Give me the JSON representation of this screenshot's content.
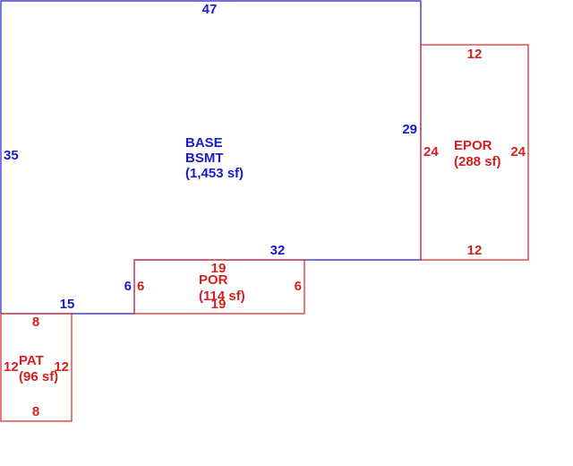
{
  "colors": {
    "main": "#1a1ac8",
    "addition": "#d42020",
    "background": "#ffffff"
  },
  "areas": {
    "base": {
      "name_line1": "BASE",
      "name_line2": "BSMT",
      "size": "(1,453 sf)",
      "dims": {
        "top": "47",
        "left": "35",
        "right": "29",
        "bottom_right": "32",
        "step_vertical": "6",
        "bottom_left": "15"
      }
    },
    "epor": {
      "name": "EPOR",
      "size": "(288 sf)",
      "dims": {
        "top": "12",
        "bottom": "12",
        "left": "24",
        "right": "24"
      }
    },
    "por": {
      "name": "POR",
      "size": "(114 sf)",
      "dims": {
        "top": "19",
        "bottom": "19",
        "left": "6",
        "right": "6"
      }
    },
    "pat": {
      "name": "PAT",
      "size": "(96 sf)",
      "dims": {
        "top": "8",
        "bottom": "8",
        "left": "12",
        "right": "12"
      }
    }
  }
}
